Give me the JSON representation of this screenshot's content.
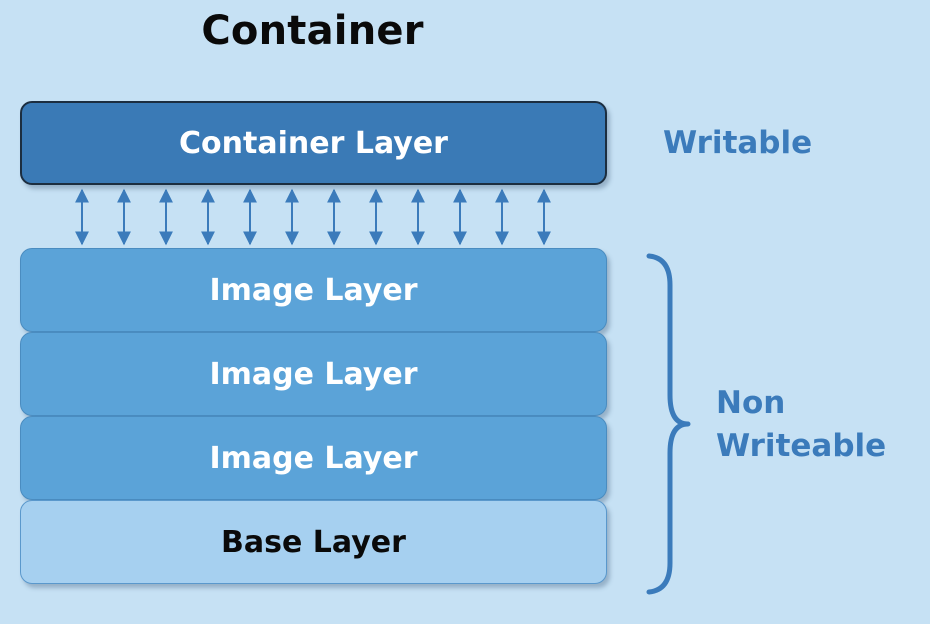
{
  "title": "Container",
  "layers": {
    "container": "Container Layer",
    "image_1": "Image Layer",
    "image_2": "Image Layer",
    "image_3": "Image Layer",
    "base": "Base Layer"
  },
  "labels": {
    "writable": "Writable",
    "non_writeable_line1": "Non",
    "non_writeable_line2": "Writeable"
  },
  "colors": {
    "background": "#c6e1f4",
    "container_layer": "#3a7ab6",
    "image_layer": "#5ba3d8",
    "base_layer": "#a6d0f0",
    "accent": "#3b7bbb"
  },
  "icons": {
    "arrows": "double-headed-arrow-icon",
    "brace": "right-curly-brace-icon"
  }
}
